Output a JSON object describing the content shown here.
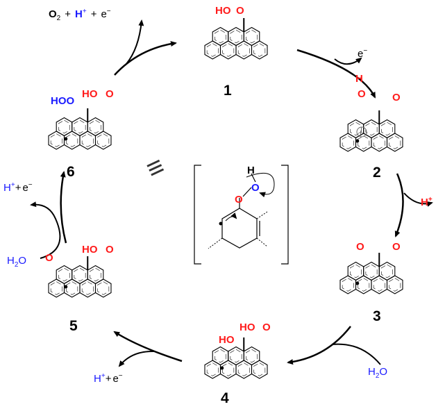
{
  "colors": {
    "blue": "#1a1aff",
    "red": "#ff1a1a",
    "black": "#000000"
  },
  "compounds": [
    {
      "number": "1",
      "group": "HO",
      "group2": "O"
    },
    {
      "number": "2",
      "group": "H",
      "group2": "O",
      "group3": "O",
      "charge": "+"
    },
    {
      "number": "3",
      "group": "O",
      "group2": "O"
    },
    {
      "number": "4",
      "group": "HO",
      "group2": "HO",
      "group3": "O"
    },
    {
      "number": "5",
      "group": "O",
      "group2": "HO",
      "group3": "O"
    },
    {
      "number": "6",
      "group": "HOO",
      "group2": "HO",
      "group3": "O"
    }
  ],
  "species": {
    "top_left": {
      "o2": "O",
      "o2_sub": "2",
      "plus1": "+",
      "h": "H",
      "h_sup": "+",
      "plus2": "+",
      "e": "e",
      "e_sup": "−"
    },
    "e_minus": {
      "e": "e",
      "e_sup": "−"
    },
    "h_plus": {
      "h": "H",
      "h_sup": "+"
    },
    "water_right": {
      "h": "H",
      "sub": "2",
      "o": "O"
    },
    "bottom_left": {
      "h": "H",
      "h_sup": "+",
      "plus": "+",
      "e": "e",
      "e_sup": "−"
    },
    "left_products": {
      "h": "H",
      "h_sup": "+",
      "plus": "+",
      "e": "e",
      "e_sup": "−"
    },
    "water_left": {
      "h": "H",
      "sub": "2",
      "o": "O"
    }
  },
  "inset": {
    "h": "H",
    "o1": "O",
    "o2": "O"
  },
  "equivalence": "≡"
}
